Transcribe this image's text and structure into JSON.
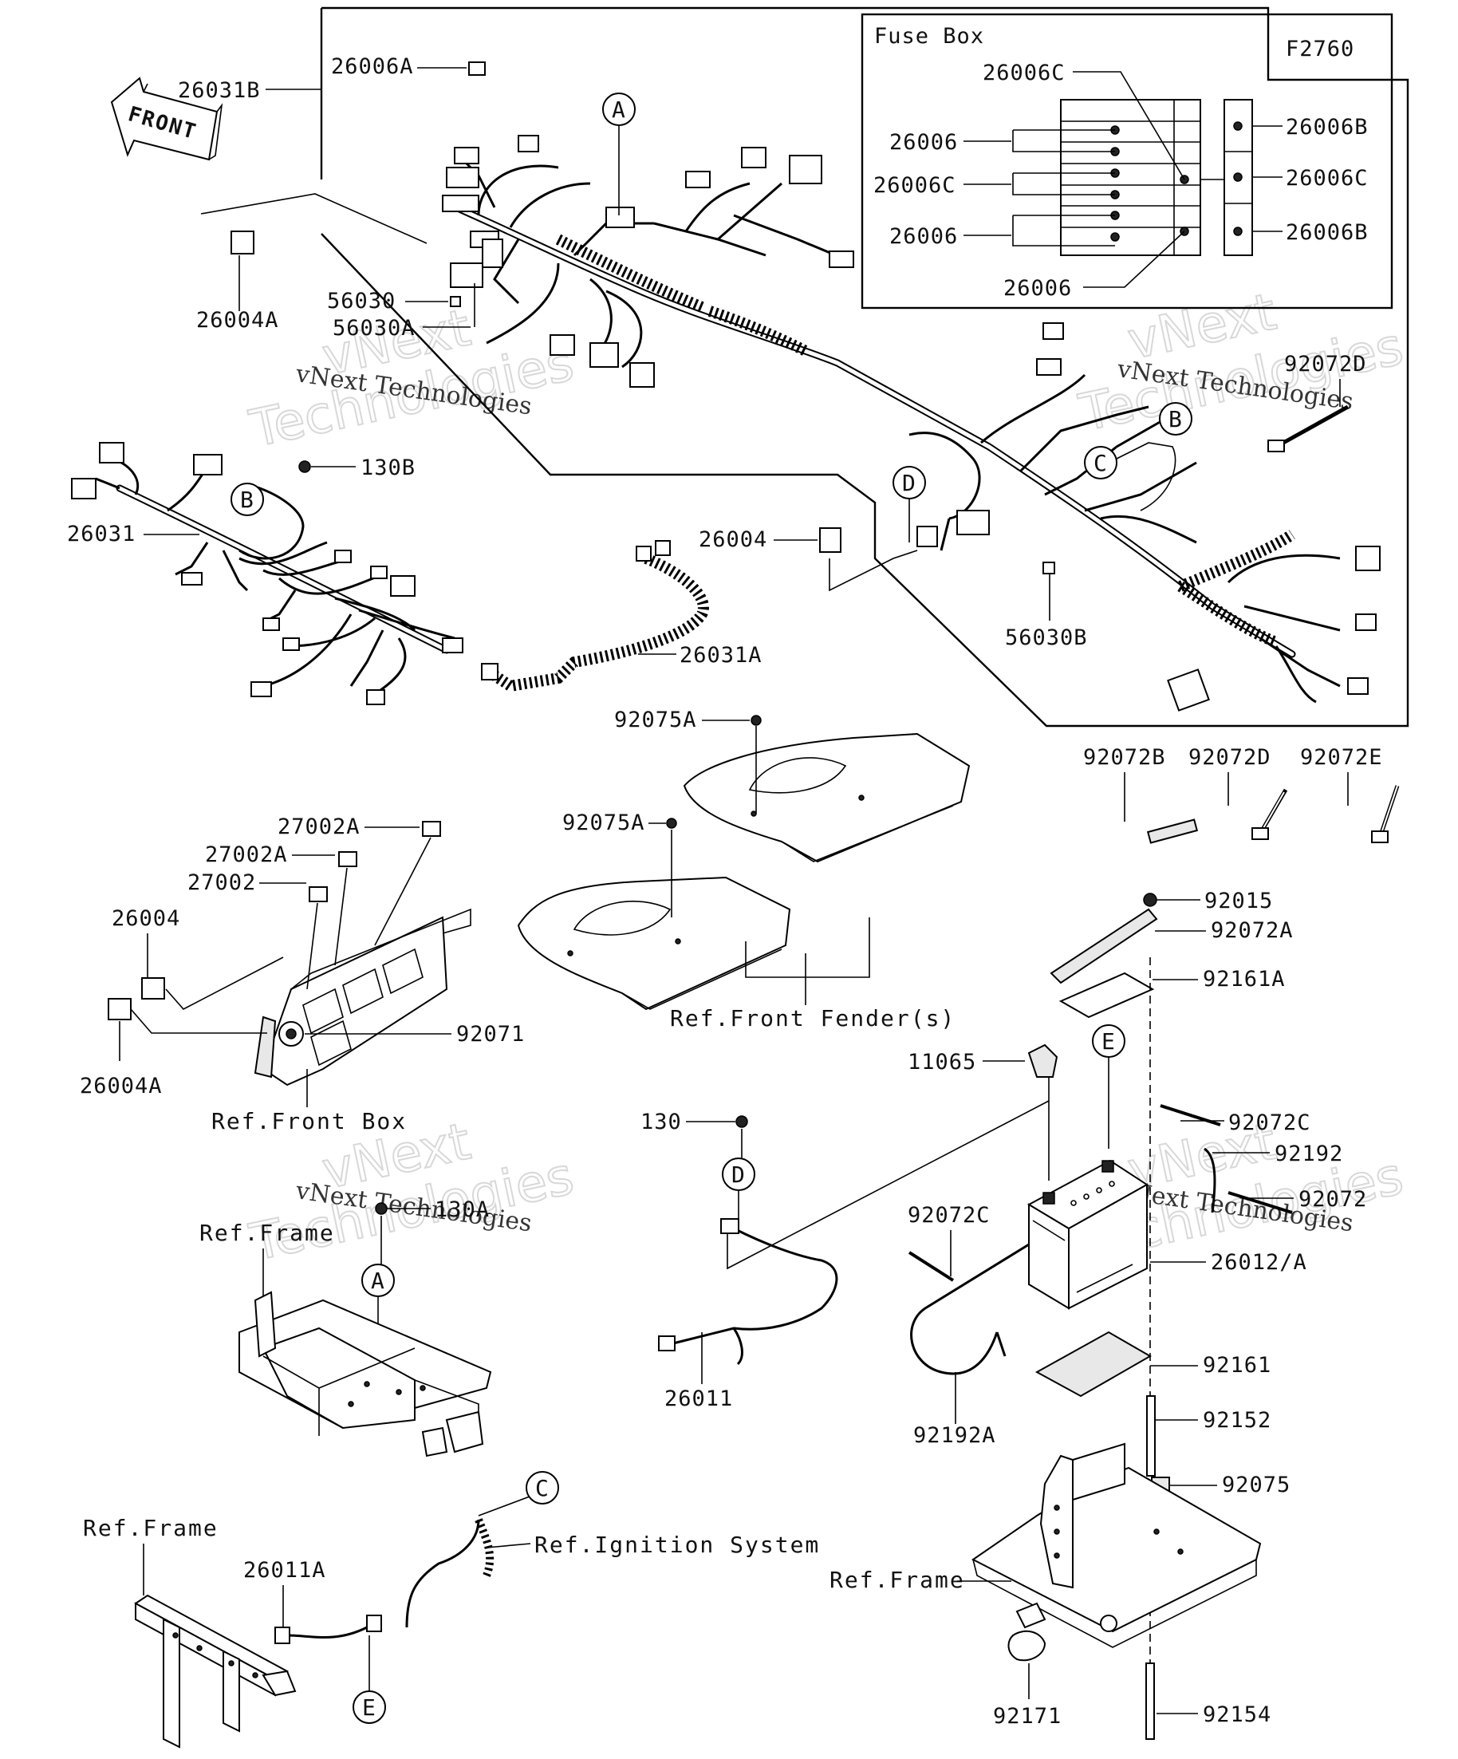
{
  "diagram_code": "F2760",
  "fusebox_title": "Fuse Box",
  "front_arrow_text": "FRONT",
  "watermark": {
    "big_line1": "vNext",
    "big_line2": "Technologies",
    "small": "vNext Technologies"
  },
  "labels": {
    "p26031B": "26031B",
    "p26006A": "26006A",
    "p26004A_top": "26004A",
    "p56030": "56030",
    "p56030A": "56030A",
    "p26031": "26031",
    "p130B": "130B",
    "p26031A": "26031A",
    "p26004_mid": "26004",
    "p56030B": "56030B",
    "p92072D_top": "92072D",
    "fb_26006C_top": "26006C",
    "fb_26006_1": "26006",
    "fb_26006C_left": "26006C",
    "fb_26006_2": "26006",
    "fb_26006_bottom": "26006",
    "fb_26006B_1": "26006B",
    "fb_26006C_right": "26006C",
    "fb_26006B_2": "26006B",
    "p92075A_1": "92075A",
    "p92075A_2": "92075A",
    "p27002A_1": "27002A",
    "p27002A_2": "27002A",
    "p27002": "27002",
    "p26004_left": "26004",
    "p26004A_left": "26004A",
    "p92071": "92071",
    "ref_front_box": "Ref.Front Box",
    "ref_front_fender": "Ref.Front Fender(s)",
    "p92072B": "92072B",
    "p92072D_mid": "92072D",
    "p92072E": "92072E",
    "p92015": "92015",
    "p92072A": "92072A",
    "p92161A": "92161A",
    "p11065": "11065",
    "p92072C_right": "92072C",
    "p92192": "92192",
    "p92072": "92072",
    "p92072C_mid": "92072C",
    "p26012A": "26012/A",
    "p92161": "92161",
    "p92152": "92152",
    "p92075": "92075",
    "p92192A": "92192A",
    "p130": "130",
    "p26011": "26011",
    "p130A": "130A",
    "ref_frame_1": "Ref.Frame",
    "ref_frame_2": "Ref.Frame",
    "ref_frame_3": "Ref.Frame",
    "ref_ignition": "Ref.Ignition System",
    "p26011A": "26011A",
    "p92171": "92171",
    "p92154": "92154"
  },
  "callouts": {
    "A_top": "A",
    "B_top": "B",
    "B_left": "B",
    "C_top": "C",
    "D_top": "D",
    "E_battery": "E",
    "D_mid": "D",
    "A_bottom": "A",
    "C_bottom": "C",
    "E_bottom": "E"
  }
}
